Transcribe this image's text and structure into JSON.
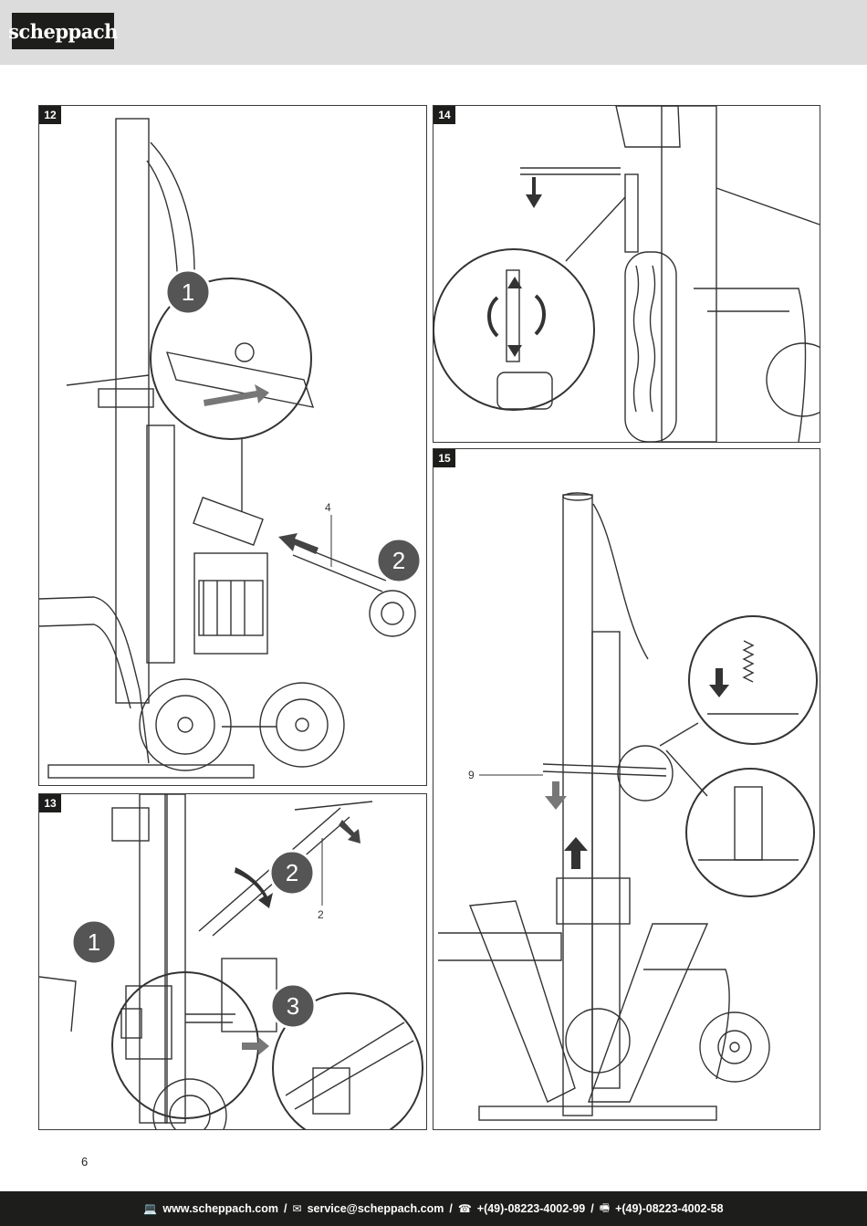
{
  "brand": {
    "logo_text": "scheppach"
  },
  "figures": [
    {
      "number": "12",
      "step_markers": [
        "1",
        "2"
      ],
      "callouts": [
        "4"
      ]
    },
    {
      "number": "13",
      "step_markers": [
        "1",
        "2",
        "3"
      ],
      "callouts": [
        "2"
      ]
    },
    {
      "number": "14",
      "step_markers": [],
      "callouts": []
    },
    {
      "number": "15",
      "step_markers": [],
      "callouts": [
        "9"
      ]
    }
  ],
  "page_number": "6",
  "footer": {
    "web": "www.scheppach.com",
    "email": "service@scheppach.com",
    "phone": "+(49)-08223-4002-99",
    "fax": "+(49)-08223-4002-58",
    "separator": "/",
    "icons": [
      "computer-icon",
      "mail-icon",
      "phone-icon",
      "fax-icon"
    ]
  },
  "colors": {
    "accent_dark": "#1d1d1b",
    "marker_fill": "#555555",
    "header_bg": "#dcdcdc"
  }
}
